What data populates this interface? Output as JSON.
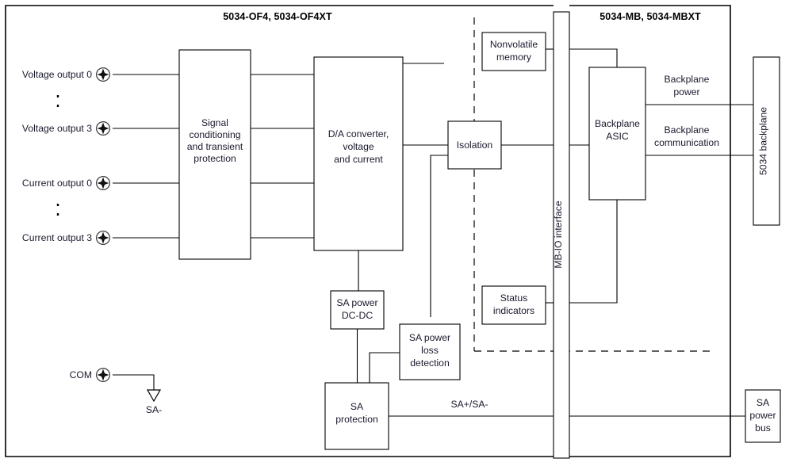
{
  "diagram": {
    "title_left": "5034-OF4, 5034-OF4XT",
    "title_right": "5034-MB, 5034-MBXT",
    "ports": [
      {
        "label": "Voltage output 0"
      },
      {
        "label": "Voltage output 3"
      },
      {
        "label": "Current output 0"
      },
      {
        "label": "Current output 3"
      },
      {
        "label": "COM"
      }
    ],
    "blocks": {
      "signal_conditioning": [
        "Signal",
        "conditioning",
        "and transient",
        "protection"
      ],
      "da_converter": [
        "D/A converter,",
        "voltage",
        "and current"
      ],
      "isolation": [
        "Isolation"
      ],
      "nonvolatile_memory": [
        "Nonvolatile",
        "memory"
      ],
      "status_indicators": [
        "Status",
        "indicators"
      ],
      "sa_power_dcdc": [
        "SA power",
        "DC-DC"
      ],
      "sa_power_loss": [
        "SA power",
        "loss",
        "detection"
      ],
      "sa_protection": [
        "SA",
        "protection"
      ],
      "backplane_asic": [
        "Backplane",
        "ASIC"
      ],
      "backplane_5034": [
        "5034 backplane"
      ],
      "sa_power_bus": [
        "SA",
        "power",
        "bus"
      ]
    },
    "wire_labels": {
      "backplane_power": [
        "Backplane",
        "power"
      ],
      "backplane_communication": [
        "Backplane",
        "communication"
      ],
      "sa_plus_minus": "SA+/SA-",
      "sa_minus": "SA-",
      "mb_io_interface": "MB-IO interface"
    },
    "colors": {
      "line": "#000000",
      "text": "#1a1a2e",
      "background": "#ffffff"
    }
  }
}
